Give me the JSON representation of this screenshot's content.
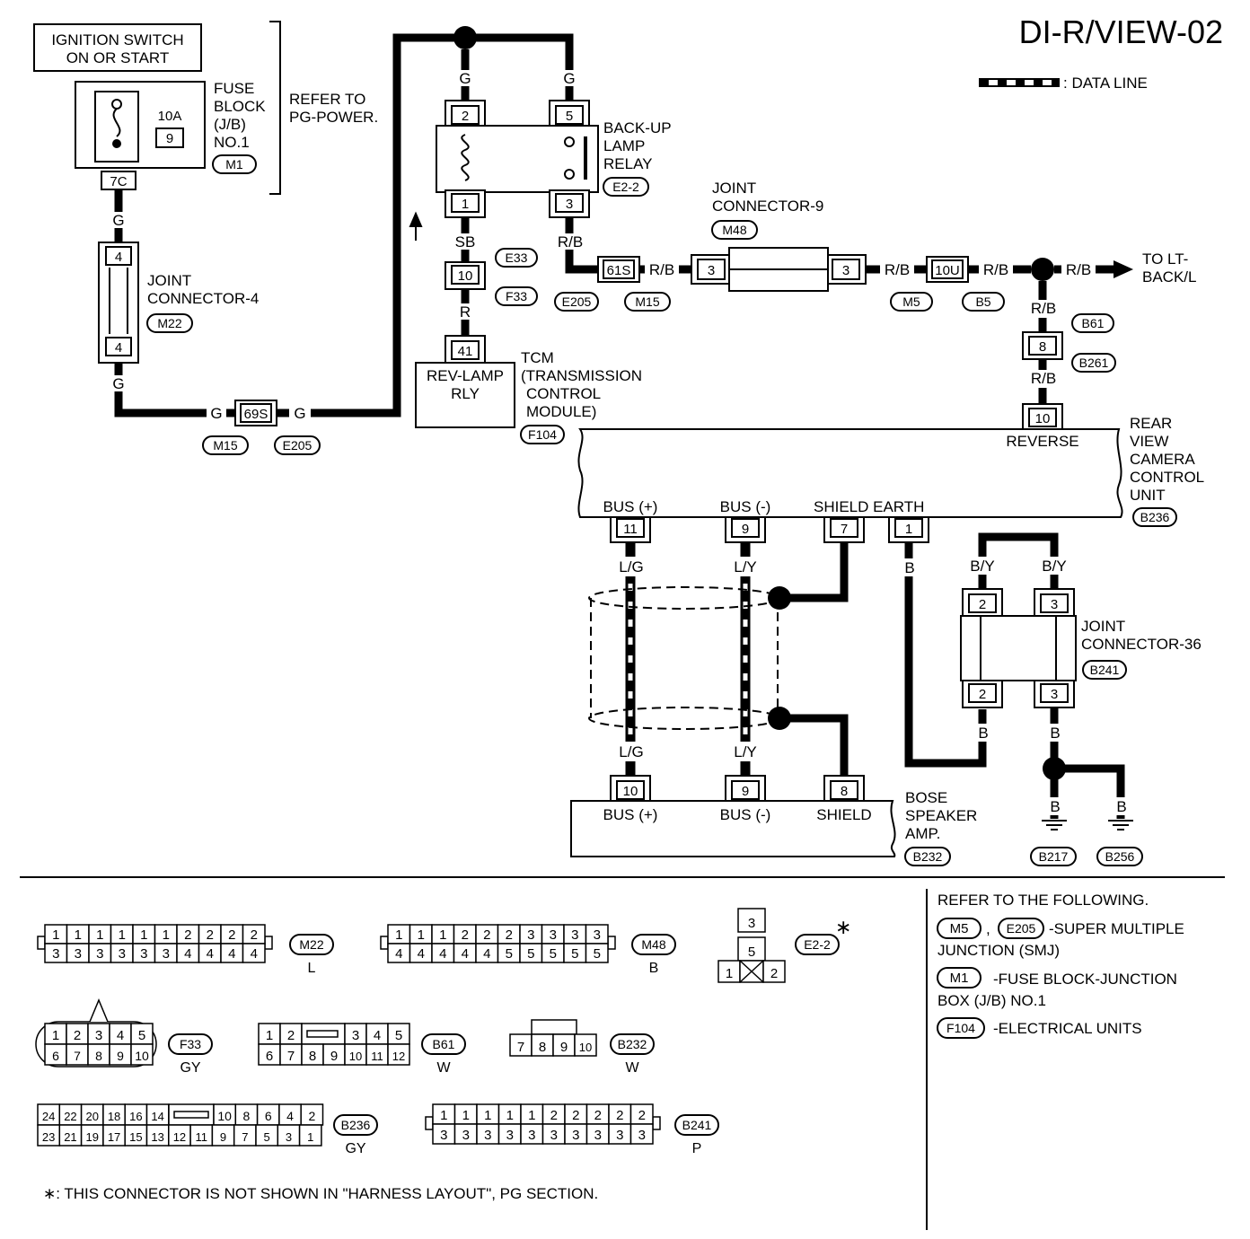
{
  "title": "DI-R/VIEW-02",
  "legend": {
    "data_line": ": DATA LINE"
  },
  "ignition": {
    "line1": "IGNITION SWITCH",
    "line2": "ON OR START"
  },
  "fuse_block": {
    "l1": "FUSE",
    "l2": "BLOCK",
    "l3": "(J/B)",
    "l4": "NO.1",
    "rating": "10A",
    "num": "9",
    "conn": "M1",
    "pin": "7C"
  },
  "refer_pg": {
    "l1": "REFER TO",
    "l2": "PG-POWER."
  },
  "wire_colors": {
    "g": "G",
    "sb": "SB",
    "r": "R",
    "rb": "R/B",
    "lg": "L/G",
    "ly": "L/Y",
    "b": "B",
    "by": "B/Y"
  },
  "joint4": {
    "l1": "JOINT",
    "l2": "CONNECTOR-4",
    "conn": "M22",
    "pin_top": "4",
    "pin_bot": "4"
  },
  "smj_69s": {
    "pin": "69S",
    "conn_a": "M15",
    "conn_b": "E205"
  },
  "relay": {
    "l1": "BACK-UP",
    "l2": "LAMP",
    "l3": "RELAY",
    "conn": "E2-2",
    "p2": "2",
    "p5": "5",
    "p1": "1",
    "p3": "3"
  },
  "e33": {
    "pin": "10",
    "conn_a": "E33",
    "conn_b": "F33"
  },
  "tcm": {
    "pin": "41",
    "box_l1": "REV-LAMP",
    "box_l2": "RLY",
    "l1": "TCM",
    "l2": "(TRANSMISSION",
    "l3": "CONTROL",
    "l4": "MODULE)",
    "conn": "F104"
  },
  "smj_61s": {
    "pin": "61S",
    "conn_a": "E205",
    "conn_b": "M15"
  },
  "joint9": {
    "l1": "JOINT",
    "l2": "CONNECTOR-9",
    "conn": "M48",
    "pin_l": "3",
    "pin_r": "3"
  },
  "smj_10u": {
    "pin": "10U",
    "conn_a": "M5",
    "conn_b": "B5"
  },
  "to_lt": {
    "l1": "TO LT-",
    "l2": "BACK/L"
  },
  "b61": {
    "pin": "8",
    "conn_a": "B61",
    "conn_b": "B261"
  },
  "camera": {
    "pin_rev": "10",
    "rev": "REVERSE",
    "l1": "REAR",
    "l2": "VIEW",
    "l3": "CAMERA",
    "l4": "CONTROL",
    "l5": "UNIT",
    "conn": "B236",
    "bus_p": "BUS (+)",
    "bus_m": "BUS (-)",
    "shield_earth": "SHIELD EARTH",
    "p11": "11",
    "p9": "9",
    "p7": "7",
    "p1": "1"
  },
  "joint36": {
    "l1": "JOINT",
    "l2": "CONNECTOR-36",
    "conn": "B241",
    "p2a": "2",
    "p3a": "3",
    "p2b": "2",
    "p3b": "3"
  },
  "amp": {
    "p10": "10",
    "p9": "9",
    "p8": "8",
    "bus_p": "BUS (+)",
    "bus_m": "BUS (-)",
    "shield": "SHIELD",
    "l1": "BOSE",
    "l2": "SPEAKER",
    "l3": "AMP.",
    "conn": "B232"
  },
  "grounds": {
    "g1": "B217",
    "g2": "B256"
  },
  "refer": {
    "heading": "REFER TO THE FOLLOWING.",
    "c1": "M5",
    "c2": "E205",
    "t1a": "-SUPER MULTIPLE",
    "t1b": "JUNCTION (SMJ)",
    "c3": "M1",
    "t2a": "-FUSE BLOCK-JUNCTION",
    "t2b": "BOX (J/B) NO.1",
    "c4": "F104",
    "t3": "-ELECTRICAL UNITS"
  },
  "footnote": "∗: THIS CONNECTOR IS NOT SHOWN IN \"HARNESS LAYOUT\", PG SECTION.",
  "connectors": {
    "m22": {
      "name": "M22",
      "color": "L",
      "top": [
        "1",
        "1",
        "1",
        "1",
        "1",
        "1",
        "2",
        "2",
        "2",
        "2"
      ],
      "bot": [
        "3",
        "3",
        "3",
        "3",
        "3",
        "3",
        "4",
        "4",
        "4",
        "4"
      ]
    },
    "m48": {
      "name": "M48",
      "color": "B",
      "top": [
        "1",
        "1",
        "1",
        "2",
        "2",
        "2",
        "3",
        "3",
        "3",
        "3"
      ],
      "bot": [
        "4",
        "4",
        "4",
        "4",
        "4",
        "5",
        "5",
        "5",
        "5",
        "5"
      ]
    },
    "e22": {
      "name": "E2-2",
      "asterisk": "∗",
      "p3": "3",
      "p5": "5",
      "p1": "1",
      "p2": "2"
    },
    "f33": {
      "name": "F33",
      "color": "GY",
      "top": [
        "1",
        "2",
        "3",
        "4",
        "5"
      ],
      "bot": [
        "6",
        "7",
        "8",
        "9",
        "10"
      ]
    },
    "b61": {
      "name": "B61",
      "color": "W",
      "top_l": [
        "1",
        "2"
      ],
      "top_r": [
        "3",
        "4",
        "5"
      ],
      "bot": [
        "6",
        "7",
        "8",
        "9",
        "10",
        "11",
        "12"
      ]
    },
    "b232": {
      "name": "B232",
      "color": "W",
      "cells": [
        "7",
        "8",
        "9",
        "10"
      ]
    },
    "b236": {
      "name": "B236",
      "color": "GY",
      "top_l": [
        "24",
        "22",
        "20",
        "18",
        "16",
        "14"
      ],
      "top_r": [
        "10",
        "8",
        "6",
        "4",
        "2"
      ],
      "bot": [
        "23",
        "21",
        "19",
        "17",
        "15",
        "13",
        "12",
        "11",
        "9",
        "7",
        "5",
        "3",
        "1"
      ]
    },
    "b241": {
      "name": "B241",
      "color": "P",
      "top": [
        "1",
        "1",
        "1",
        "1",
        "1",
        "2",
        "2",
        "2",
        "2",
        "2"
      ],
      "bot": [
        "3",
        "3",
        "3",
        "3",
        "3",
        "3",
        "3",
        "3",
        "3",
        "3"
      ]
    }
  }
}
